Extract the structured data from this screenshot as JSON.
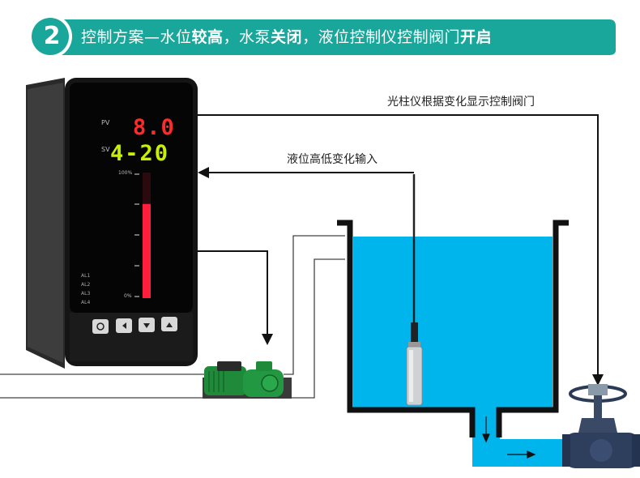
{
  "banner": {
    "step_number": "2",
    "parts": [
      "控制方案—水位",
      "较高",
      "，水泵",
      "关闭",
      "，液位控制仪控制阀门",
      "开启"
    ]
  },
  "labels": {
    "top_right": "光柱仪根据变化显示控制阀门",
    "middle": "液位高低变化输入"
  },
  "controller": {
    "pv_tag": "PV",
    "sv_tag": "SV",
    "pv_value": "8.0",
    "sv_value": "4-20",
    "scale_top": "100%",
    "scale_bottom": "0%",
    "alarms": [
      "AL1",
      "AL2",
      "AL3",
      "AL4"
    ],
    "bar_level": 0.75
  },
  "colors": {
    "banner": "#1aa79b",
    "water": "#00b4ec",
    "pv_digits": "#ff2a2a",
    "sv_digits": "#c8f000",
    "bar": "#ff1e3c"
  }
}
